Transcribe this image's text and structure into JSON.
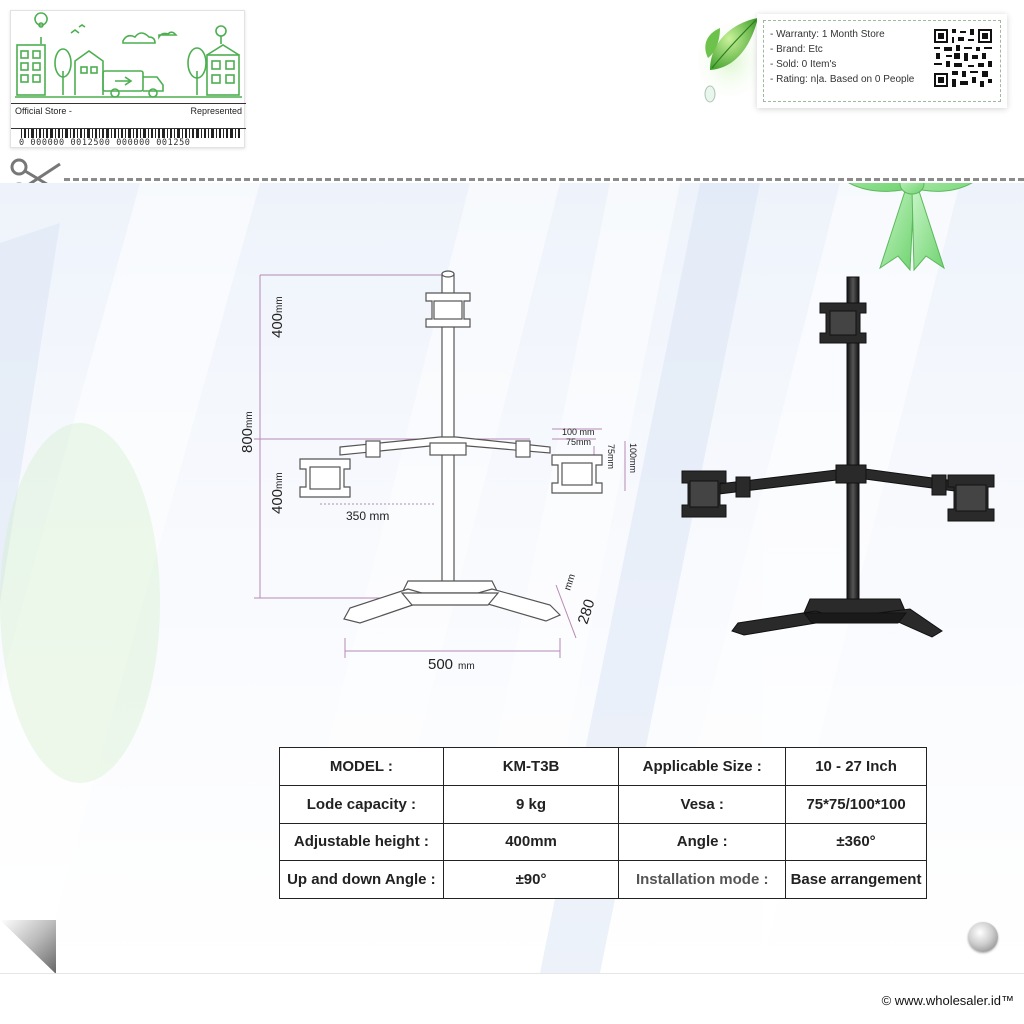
{
  "store_card": {
    "official_label": "Official Store -",
    "represented_label": "Represented",
    "barcode_numbers": "0 000000 0012500 000000 001250"
  },
  "info_card": {
    "items": [
      "- Warranty: 1 Month Store",
      "- Brand: Etc",
      "- Sold: 0 Item's",
      "- Rating: n|a. Based on 0 People"
    ]
  },
  "diagram": {
    "dim_400_top": "400",
    "dim_mm": "mm",
    "dim_800": "800",
    "dim_400_bottom": "400",
    "dim_350": "350 mm",
    "dim_100_top": "100 mm",
    "dim_75_top": "75mm",
    "dim_75_side": "75mm",
    "dim_100_side": "100mm",
    "dim_280": "280",
    "dim_500": "500"
  },
  "spec_table": {
    "rows": [
      [
        "MODEL :",
        "KM-T3B",
        "Applicable Size :",
        "10 - 27 Inch"
      ],
      [
        "Lode capacity :",
        "9 kg",
        "Vesa :",
        "75*75/100*100"
      ],
      [
        "Adjustable height :",
        "400mm",
        "Angle :",
        "±360°"
      ],
      [
        "Up and down Angle :",
        "±90°",
        "Installation mode :",
        "Base arrangement"
      ]
    ]
  },
  "footer": {
    "copyright": "© www.wholesaler.id™"
  },
  "colors": {
    "accent_green": "#5fbf5f",
    "bow_green": "#9ae29a",
    "dimension_line": "#b58ab5"
  }
}
